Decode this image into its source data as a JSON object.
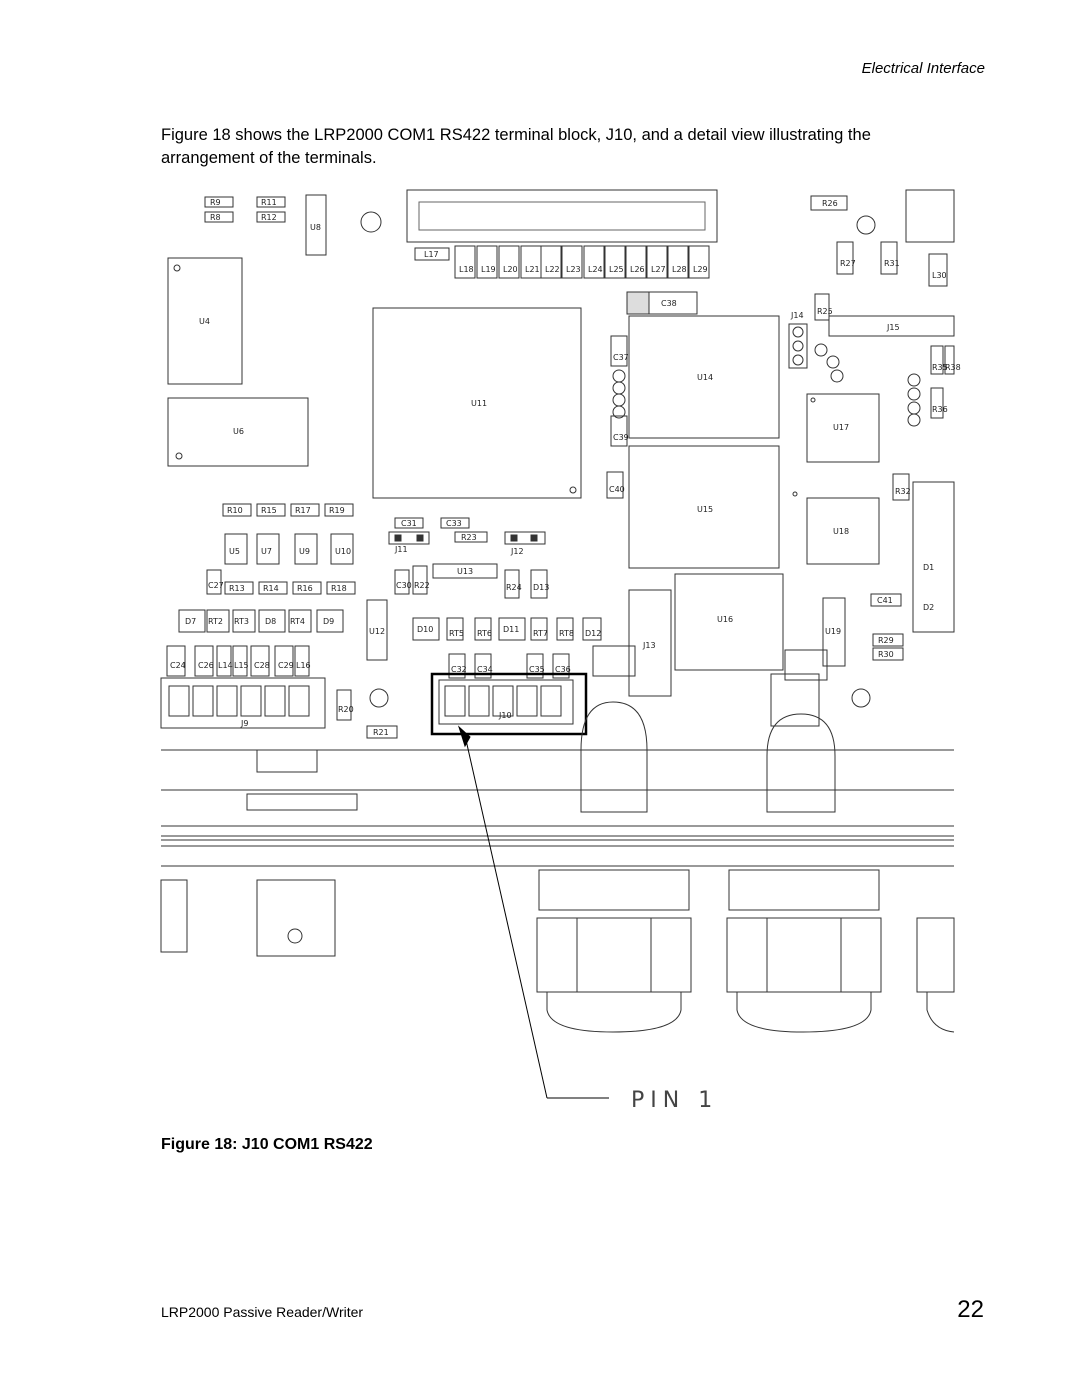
{
  "header": {
    "section_title": "Electrical Interface"
  },
  "body": {
    "intro_text": "Figure 18 shows the LRP2000 COM1 RS422 terminal block, J10, and a detail view illustrating the arrangement of the terminals."
  },
  "figure": {
    "caption": "Figure 18: J10 COM1 RS422",
    "pin_label": "PIN 1",
    "components": {
      "R9": "R9",
      "R8": "R8",
      "R11": "R11",
      "R12": "R12",
      "U8": "U8",
      "L17": "L17",
      "L18": "L18",
      "L19": "L19",
      "L20": "L20",
      "L21": "L21",
      "L22": "L22",
      "L23": "L23",
      "L24": "L24",
      "L25": "L25",
      "L26": "L26",
      "L27": "L27",
      "L28": "L28",
      "L29": "L29",
      "R26": "R26",
      "R27": "R27",
      "R31": "R31",
      "L30": "L30",
      "U4": "U4",
      "U6": "U6",
      "U11": "U11",
      "C38": "C38",
      "C37": "C37",
      "C39": "C39",
      "U14": "U14",
      "J14": "J14",
      "R25": "R25",
      "J15": "J15",
      "R35": "R35",
      "R38": "R38",
      "R36": "R36",
      "U17": "U17",
      "C40": "C40",
      "U15": "U15",
      "R32": "R32",
      "U18": "U18",
      "D1": "D1",
      "D2": "D2",
      "R10": "R10",
      "R15": "R15",
      "R17": "R17",
      "R19": "R19",
      "C31": "C31",
      "C33": "C33",
      "R23": "R23",
      "J11": "J11",
      "J12": "J12",
      "U5": "U5",
      "U7": "U7",
      "U9": "U9",
      "U10": "U10",
      "C27": "C27",
      "R13": "R13",
      "R14": "R14",
      "R16": "R16",
      "R18": "R18",
      "C30": "C30",
      "R22": "R22",
      "U13": "U13",
      "R24": "R24",
      "D13": "D13",
      "C41": "C41",
      "D7": "D7",
      "RT2": "RT2",
      "RT3": "RT3",
      "D8": "D8",
      "RT4": "RT4",
      "D9": "D9",
      "U12": "U12",
      "D10": "D10",
      "RT5": "RT5",
      "RT6": "RT6",
      "D11": "D11",
      "RT7": "RT7",
      "RT8": "RT8",
      "D12": "D12",
      "U16": "U16",
      "U19": "U19",
      "J13": "J13",
      "R29": "R29",
      "R30": "R30",
      "C24": "C24",
      "C26": "C26",
      "L14": "L14",
      "L15": "L15",
      "C28": "C28",
      "C29": "C29",
      "L16": "L16",
      "C32": "C32",
      "C34": "C34",
      "C35": "C35",
      "C36": "C36",
      "R20": "R20",
      "R21": "R21",
      "J9": "J9",
      "J10": "J10"
    }
  },
  "footer": {
    "doc_title": "LRP2000 Passive Reader/Writer",
    "page_number": "22"
  }
}
